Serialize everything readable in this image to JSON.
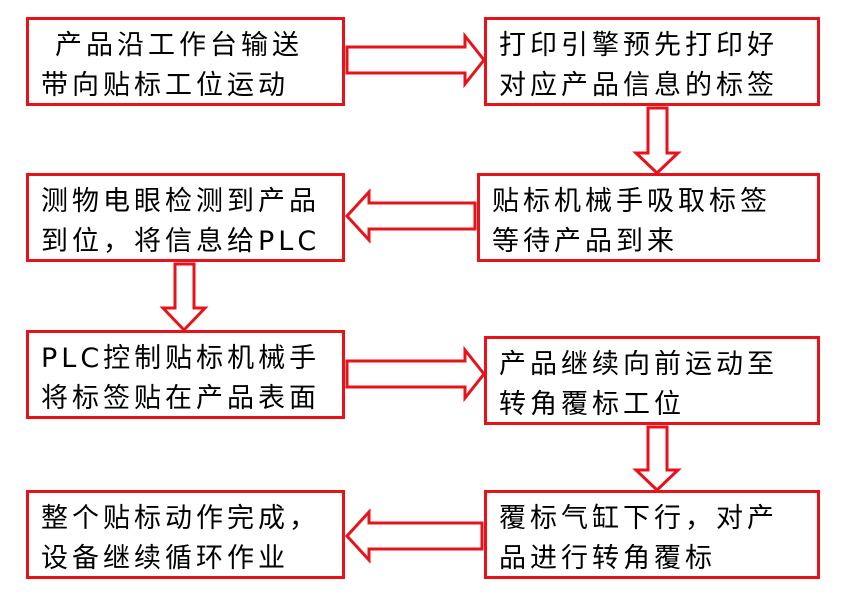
{
  "flowchart": {
    "steps": [
      {
        "id": "s1",
        "lines": [
          "产品沿工作台输送",
          "带向贴标工位运动"
        ]
      },
      {
        "id": "s2",
        "lines": [
          "打印引擎预先打印好",
          "对应产品信息的标签"
        ]
      },
      {
        "id": "s3",
        "lines": [
          "贴标机械手吸取标签",
          "等待产品到来"
        ]
      },
      {
        "id": "s4",
        "lines": [
          "测物电眼检测到产品",
          "到位，将信息给PLC"
        ]
      },
      {
        "id": "s5",
        "lines": [
          "PLC控制贴标机械手",
          "将标签贴在产品表面"
        ]
      },
      {
        "id": "s6",
        "lines": [
          "产品继续向前运动至",
          "转角覆标工位"
        ]
      },
      {
        "id": "s7",
        "lines": [
          "覆标气缸下行，对产",
          "品进行转角覆标"
        ]
      },
      {
        "id": "s8",
        "lines": [
          "整个贴标动作完成，",
          "设备继续循环作业"
        ]
      }
    ]
  },
  "colors": {
    "border": "#e8121b",
    "arrow": "#e8121b",
    "text": "#000000",
    "background": "#ffffff"
  }
}
